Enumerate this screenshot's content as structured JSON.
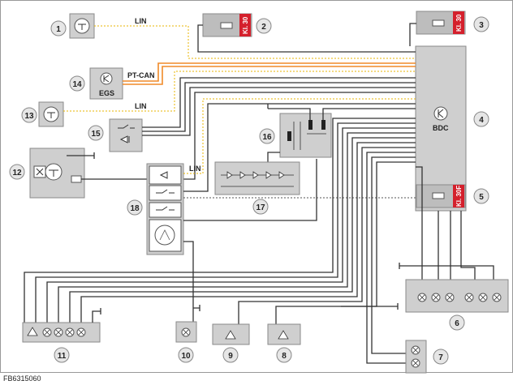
{
  "diagram_code": "FB6315060",
  "bus_labels": {
    "lin_top": "LIN",
    "pt_can": "PT-CAN",
    "lin_middle": "LIN",
    "lin_lower": "LIN"
  },
  "component_labels": {
    "egs": "EGS",
    "bdc": "BDC"
  },
  "terminal_labels": {
    "kl30_a": "Kl. 30",
    "kl30_b": "Kl. 30",
    "kl30f": "Kl. 30F"
  },
  "callouts": [
    "1",
    "2",
    "3",
    "4",
    "5",
    "6",
    "7",
    "8",
    "9",
    "10",
    "11",
    "12",
    "13",
    "14",
    "15",
    "16",
    "17",
    "18"
  ],
  "colors": {
    "lin_bus": "#e8b400",
    "pt_can_bus": "#f08a28",
    "terminal_red": "#d4202c",
    "module_grey": "#cfcfcf"
  }
}
